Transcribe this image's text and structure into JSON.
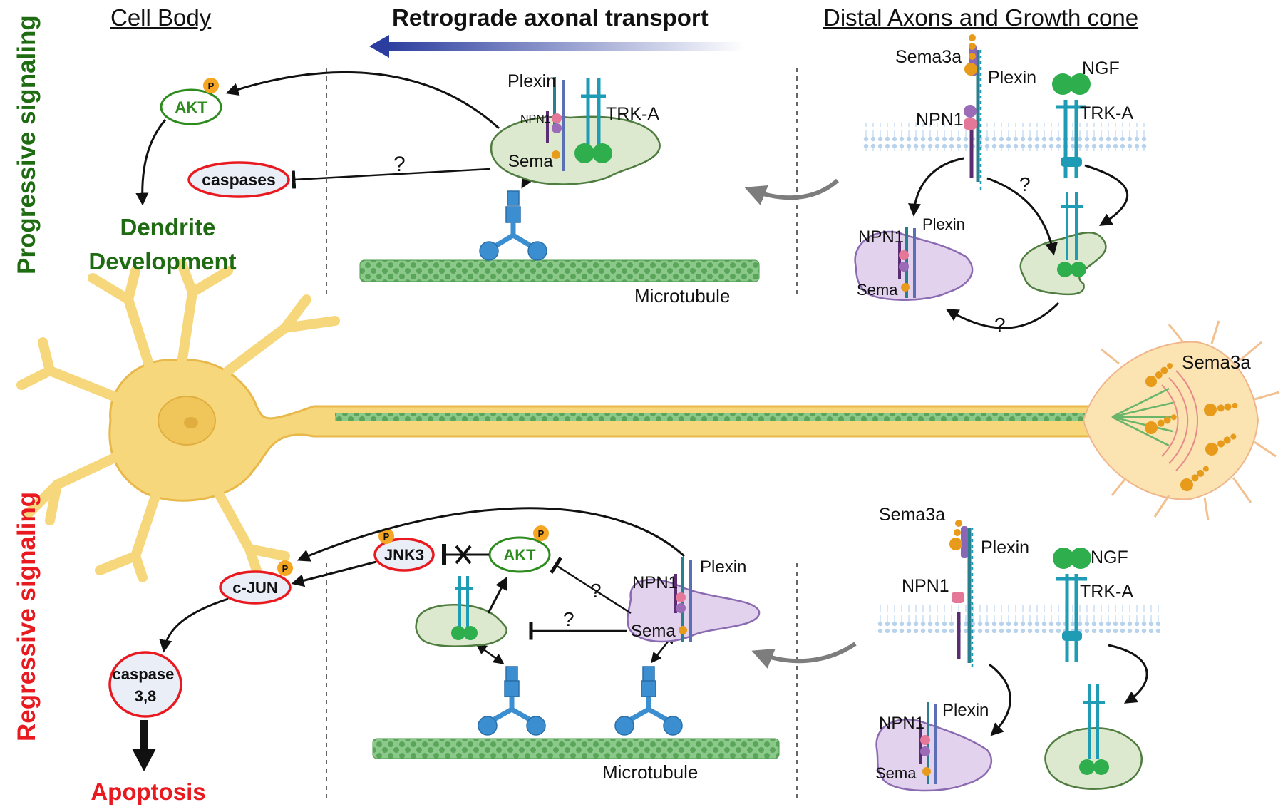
{
  "headers": {
    "cell_body": "Cell Body",
    "transport": "Retrograde axonal transport",
    "distal": "Distal Axons and Growth cone"
  },
  "side_labels": {
    "progressive": "Progressive signaling",
    "regressive": "Regressive signaling"
  },
  "labels": {
    "akt": "AKT",
    "p": "P",
    "caspases": "caspases",
    "dendrite_line1": "Dendrite",
    "dendrite_line2": "Development",
    "plexin": "Plexin",
    "npn1": "NPN1",
    "trka": "TRK-A",
    "sema": "Sema",
    "sema3a": "Sema3a",
    "ngf": "NGF",
    "microtubule": "Microtubule",
    "question": "?",
    "jnk3": "JNK3",
    "cjun": "c-JUN",
    "caspase_line1": "caspase",
    "caspase_line2": "3,8",
    "apoptosis": "Apoptosis"
  },
  "colors": {
    "progressive": "#1e6b12",
    "regressive": "#e8191f",
    "neuron": "#f7d77c",
    "neuron_outline": "#e8b84a",
    "microtubule": "#6ab56a",
    "membrane": "#a9c8e8",
    "plexin": "#2a7f8f",
    "npn1": "#5a2d72",
    "sema3a": "#e89a1a",
    "trka": "#1e9bb5",
    "ngf": "#2fae4e",
    "dynein": "#3b8fd0",
    "green_endosome": "#dce9cf",
    "purple_endosome": "#e3d2ee",
    "transport_arrow": "#2b3d9e"
  }
}
